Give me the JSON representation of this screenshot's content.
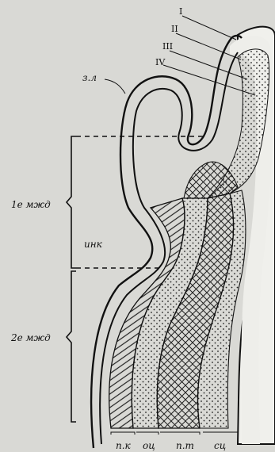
{
  "figure": {
    "roman_labels": [
      "I",
      "II",
      "III",
      "IV"
    ],
    "zl_label": "з.л",
    "first_interval_label": "1е мжд",
    "second_interval_label": "2е мжд",
    "ink_label": "инк",
    "bottom_labels": [
      "п.к",
      "оц",
      "п.т",
      "сц"
    ],
    "colors": {
      "paper": "#d9d9d5",
      "ink": "#111111"
    }
  }
}
